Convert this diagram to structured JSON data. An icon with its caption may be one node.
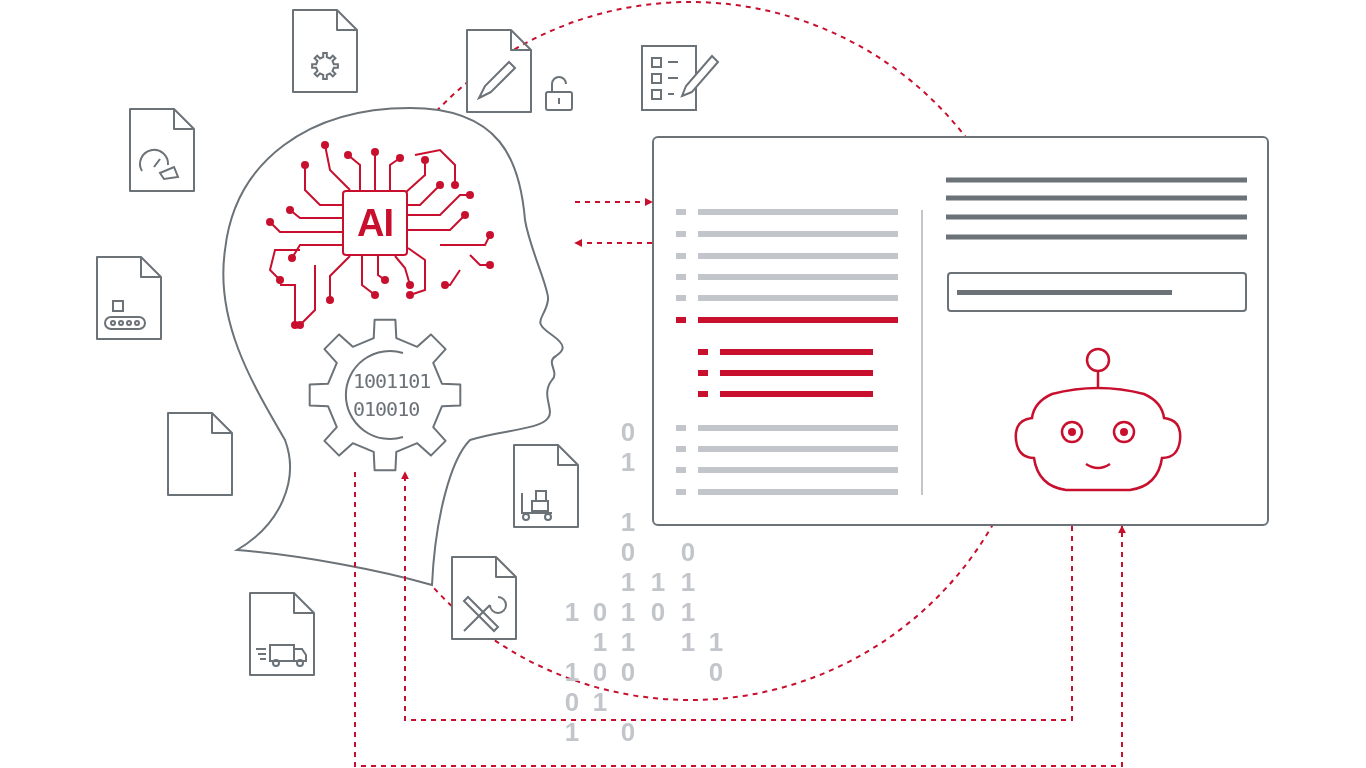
{
  "diagram": {
    "nodes": [
      {
        "text": [],
        "shape": "picture"
      },
      {
        "text": [
          "AI"
        ],
        "in": 0
      },
      {
        "text": [
          "1001101 010010"
        ],
        "in": 0
      },
      {
        "text": [],
        "shape": "box"
      }
    ],
    "edges": [
      {
        "from": 0,
        "to": 3,
        "arrow": "to",
        "style": "dashed"
      },
      {
        "from": 3,
        "to": 0,
        "arrow": "to",
        "style": "dashed"
      },
      {
        "from": 3,
        "to": 2,
        "arrow": "to",
        "style": "dashed"
      },
      {
        "from": 2,
        "to": 3,
        "arrow": "to",
        "style": "dashed"
      }
    ],
    "labels": [
      "0",
      "1",
      "1",
      "0",
      "0",
      "1",
      "1",
      "1",
      "1",
      "0",
      "1",
      "0",
      "1",
      "1",
      "1",
      "1",
      "1",
      "1",
      "0",
      "0",
      "0",
      "0",
      "1",
      "1",
      "0"
    ]
  }
}
